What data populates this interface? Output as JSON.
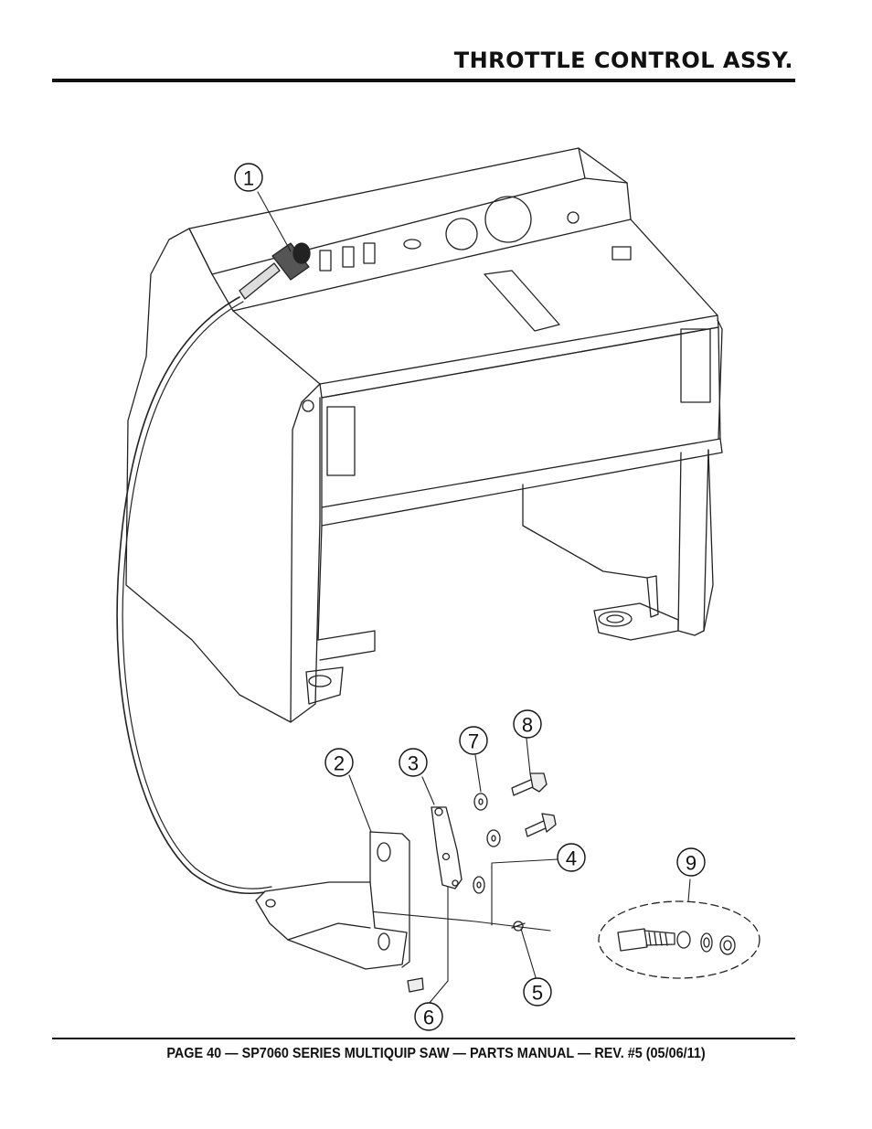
{
  "header": {
    "title": "THROTTLE CONTROL ASSY."
  },
  "footer": {
    "text": "PAGE 40 — SP7060 SERIES MULTIQUIP SAW — PARTS MANUAL — REV. #5 (05/06/11)"
  },
  "diagram": {
    "callouts": [
      "1",
      "2",
      "3",
      "4",
      "5",
      "6",
      "7",
      "8",
      "9"
    ]
  }
}
